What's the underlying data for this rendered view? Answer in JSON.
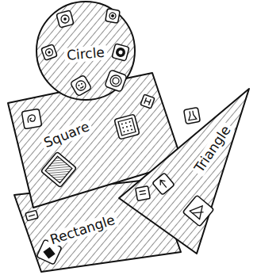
{
  "diagram": {
    "nodes": [
      {
        "text": [
          "Circle"
        ]
      },
      {
        "text": [
          "Square"
        ]
      },
      {
        "text": [
          "Triangle"
        ]
      },
      {
        "text": [
          "Rectangle"
        ]
      }
    ]
  }
}
